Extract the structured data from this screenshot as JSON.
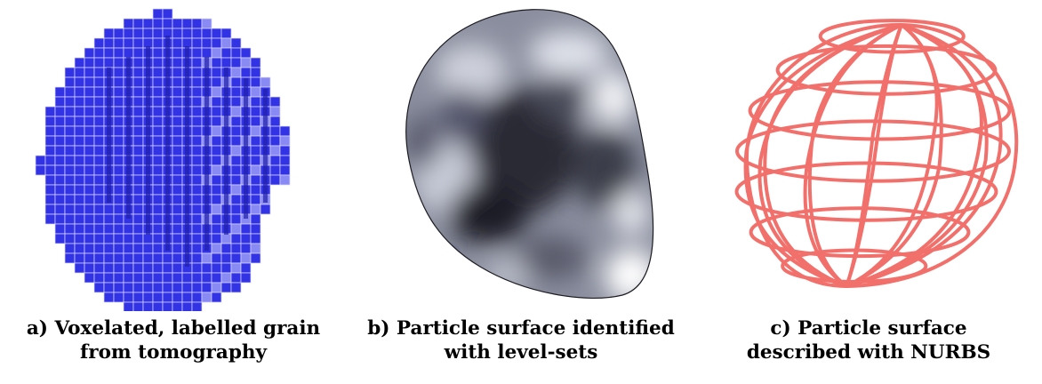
{
  "panels": [
    {
      "id": "a",
      "caption_line1": "a) Voxelated, labelled grain",
      "caption_line2": "from tomography",
      "color": "#3333e6"
    },
    {
      "id": "b",
      "caption_line1": "b) Particle surface identified",
      "caption_line2": "with level-sets",
      "color": "#3a3a48"
    },
    {
      "id": "c",
      "caption_line1": "c) Particle surface",
      "caption_line2": "described with NURBS",
      "color": "#f2706b"
    }
  ]
}
